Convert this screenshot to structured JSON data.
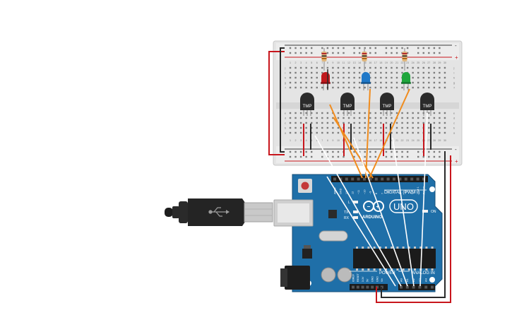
{
  "breadboard": {
    "column_numbers": [
      "1",
      "2",
      "3",
      "4",
      "5",
      "6",
      "7",
      "8",
      "9",
      "10",
      "11",
      "12",
      "13",
      "14",
      "15",
      "16",
      "17",
      "18",
      "19",
      "20",
      "21",
      "22",
      "23",
      "24",
      "25",
      "26",
      "27",
      "28",
      "29",
      "30"
    ],
    "row_letters_top": [
      "j",
      "i",
      "h",
      "g",
      "f"
    ],
    "row_letters_bottom": [
      "e",
      "d",
      "c",
      "b",
      "a"
    ],
    "rail_plus": "+",
    "rail_minus": "-"
  },
  "components": {
    "sensor_label": "TMP",
    "led_colors": [
      "#c0181c",
      "#1f78c8",
      "#1fa63c"
    ]
  },
  "arduino": {
    "logo": "UNO",
    "brand": "ARDUINO",
    "digital_label": "DIGITAL (PWM~)",
    "analog_label": "ANALOG IN",
    "power_label": "POWER",
    "on_label": "ON",
    "l_label": "L",
    "tx_label": "TX",
    "rx_label": "RX",
    "aref_label": "AREF",
    "gnd_label": "GND",
    "digital_pins": [
      "13",
      "12",
      "~11",
      "~10",
      "~9",
      "8",
      "7",
      "~6",
      "~5",
      "4",
      "~3",
      "2",
      "TX►1",
      "RX◄0"
    ],
    "power_pins": [
      "IOREF",
      "RESET",
      "3.3V",
      "5V",
      "GND",
      "GND",
      "Vin"
    ],
    "analog_pins": [
      "A0",
      "A1",
      "A2",
      "A3",
      "A4",
      "A5"
    ]
  },
  "colors": {
    "board_blue": "#1f6fa8",
    "breadboard": "#e6e6e6",
    "wire_red": "#c8161d",
    "wire_black": "#2a2a2a",
    "wire_orange": "#f08c1e",
    "wire_white": "#ffffff"
  }
}
